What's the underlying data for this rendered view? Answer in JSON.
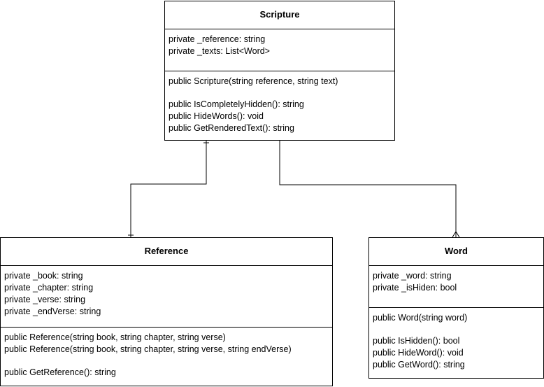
{
  "classes": {
    "scripture": {
      "name": "Scripture",
      "attributes": [
        "private _reference: string",
        "private _texts: List<Word>"
      ],
      "methods": [
        "public Scripture(string reference, string text)",
        "",
        "public IsCompletelyHidden(): string",
        "public HideWords(): void",
        "public GetRenderedText(): string"
      ]
    },
    "reference": {
      "name": "Reference",
      "attributes": [
        "private _book: string",
        "private _chapter: string",
        "private _verse: string",
        "private _endVerse: string"
      ],
      "methods": [
        "public Reference(string book, string chapter, string verse)",
        "public Reference(string book, string chapter, string verse, string endVerse)",
        "",
        "public GetReference(): string"
      ]
    },
    "word": {
      "name": "Word",
      "attributes": [
        "private _word: string",
        "private _isHiden: bool"
      ],
      "methods": [
        "public Word(string word)",
        "",
        "public IsHidden(): bool",
        "public HideWord(): void",
        "public GetWord(): string"
      ]
    }
  },
  "relationships": [
    {
      "from": "scripture",
      "to": "reference",
      "end_marker": "one"
    },
    {
      "from": "scripture",
      "to": "word",
      "end_marker": "many"
    }
  ]
}
